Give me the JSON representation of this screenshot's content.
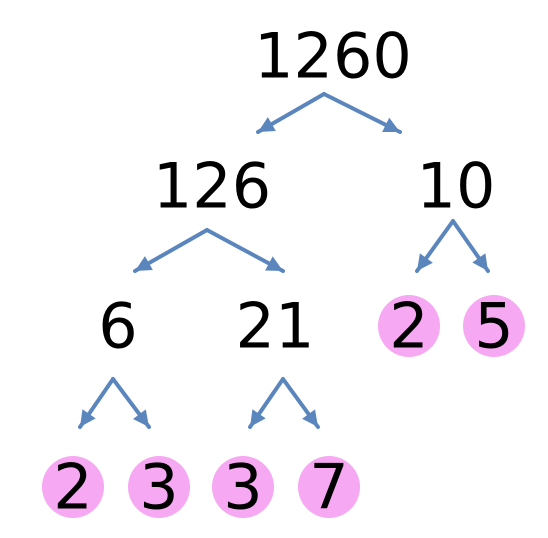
{
  "colors": {
    "arrow": "#5b86bd",
    "prime_highlight": "#f7a8f2",
    "text": "#000000"
  },
  "nodes": {
    "root": {
      "value": "1260",
      "prime": false
    },
    "n126": {
      "value": "126",
      "prime": false
    },
    "n10": {
      "value": "10",
      "prime": false
    },
    "n6": {
      "value": "6",
      "prime": false
    },
    "n21": {
      "value": "21",
      "prime": false
    },
    "p2a": {
      "value": "2",
      "prime": true
    },
    "p5": {
      "value": "5",
      "prime": true
    },
    "p2b": {
      "value": "2",
      "prime": true
    },
    "p3a": {
      "value": "3",
      "prime": true
    },
    "p3b": {
      "value": "3",
      "prime": true
    },
    "p7": {
      "value": "7",
      "prime": true
    }
  },
  "edges": [
    {
      "from": "root",
      "to": "n126"
    },
    {
      "from": "root",
      "to": "n10"
    },
    {
      "from": "n126",
      "to": "n6"
    },
    {
      "from": "n126",
      "to": "n21"
    },
    {
      "from": "n10",
      "to": "p2a"
    },
    {
      "from": "n10",
      "to": "p5"
    },
    {
      "from": "n6",
      "to": "p2b"
    },
    {
      "from": "n6",
      "to": "p3a"
    },
    {
      "from": "n21",
      "to": "p3b"
    },
    {
      "from": "n21",
      "to": "p7"
    }
  ]
}
